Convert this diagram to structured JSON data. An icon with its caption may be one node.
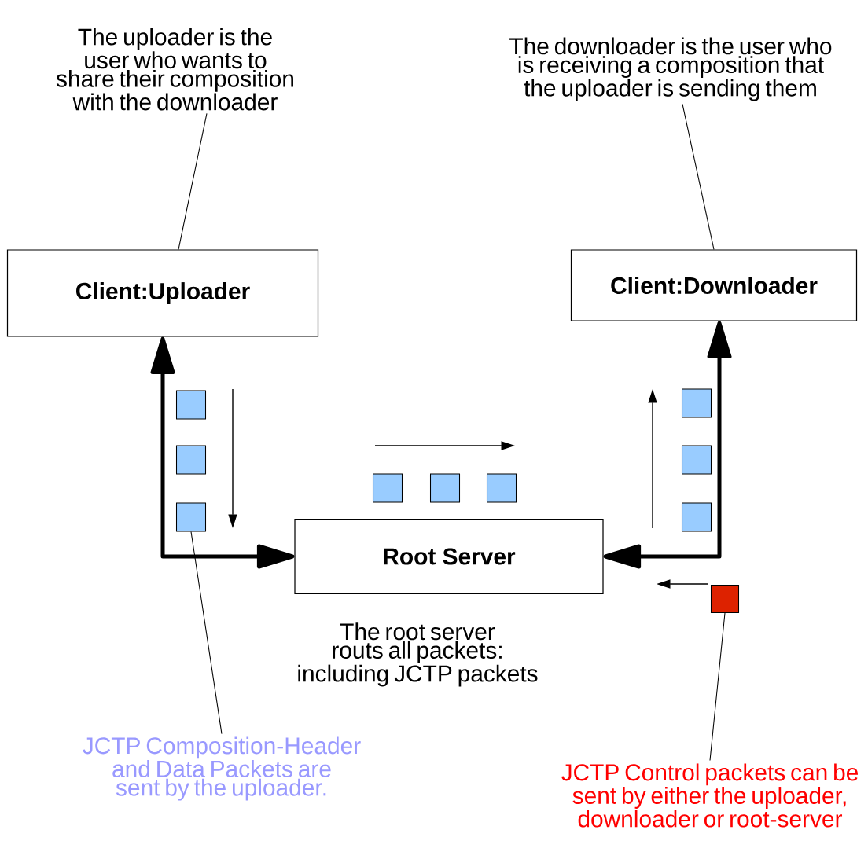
{
  "diagram": {
    "nodes": [
      {
        "text": [
          "The uploader is the user who wants to share their composition with the downloader"
        ]
      },
      {
        "text": [
          "Client:Uploader"
        ]
      },
      {
        "text": [
          "The downloader is the user who is receiving a composition that the uploader is sending them"
        ]
      },
      {
        "text": [
          "Client:Downloader"
        ]
      },
      {
        "text": [
          "Root Server"
        ],
        "beside": [
          "The root server routs all packets: including JCTP packets"
        ]
      },
      {
        "text": [
          "JCTP Composition-Header and Data Packets are sent by the uploader."
        ]
      },
      {
        "text": [
          "JCTP Control packets can be sent by either the uploader, downloader or root-server"
        ]
      },
      {
        "text": [],
        "shape": "box"
      },
      {
        "text": [],
        "shape": "box"
      },
      {
        "text": [],
        "shape": "box"
      },
      {
        "text": [],
        "shape": "box"
      },
      {
        "text": [],
        "shape": "box"
      },
      {
        "text": [],
        "shape": "box"
      },
      {
        "text": [],
        "shape": "box"
      },
      {
        "text": [],
        "shape": "box"
      },
      {
        "text": [],
        "shape": "box"
      },
      {
        "text": [],
        "shape": "box"
      }
    ],
    "edges": [
      {
        "from": 0,
        "to": 1,
        "arrow": "none"
      },
      {
        "from": 2,
        "to": 3,
        "arrow": "none"
      },
      {
        "from": 1,
        "to": 4,
        "arrow": "both",
        "style": "thick"
      },
      {
        "from": 3,
        "to": 4,
        "arrow": "both",
        "style": "thick"
      },
      {
        "from": 5,
        "to": 9,
        "arrow": "none"
      },
      {
        "from": 6,
        "to": 16,
        "arrow": "none"
      }
    ]
  }
}
